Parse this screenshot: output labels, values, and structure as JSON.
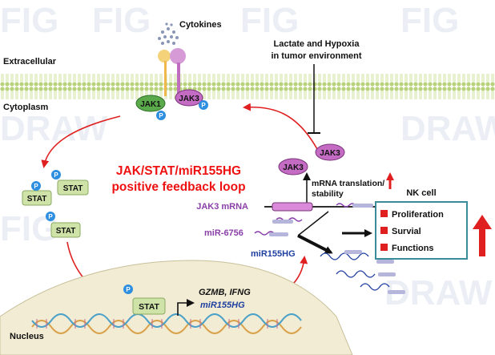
{
  "watermark": {
    "row1": "FIG",
    "row2": "DRAW"
  },
  "labels": {
    "extracellular": "Extracellular",
    "cytoplasm": "Cytoplasm",
    "nucleus": "Nucleus",
    "cytokines": "Cytokines",
    "lactate_line1": "Lactate and Hypoxia",
    "lactate_line2": "in tumor environment",
    "jak1": "JAK1",
    "jak3_receptor": "JAK3",
    "jak3_a": "JAK3",
    "jak3_b": "JAK3",
    "p": "P",
    "stat_1": "STAT",
    "stat_2": "STAT",
    "stat_3": "STAT",
    "stat_nucleus": "STAT",
    "loop_line1": "JAK/STAT/miR155HG",
    "loop_line2": "positive feedback loop",
    "mrna_line1": "mRNA translation/",
    "mrna_line2": "stability",
    "jak3_mrna": "JAK3 mRNA",
    "mir6756": "miR-6756",
    "mir155hg": "miR155HG",
    "gzmb_ifng": "GZMB, IFNG",
    "mir155hg_gene": "miR155HG",
    "nk_cell": "NK cell",
    "outcomes": [
      "Proliferation",
      "Survial",
      "Functions"
    ]
  },
  "colors": {
    "red": "#e02020",
    "loop_text": "#ee1111",
    "jak1": "#5aa94a",
    "jak3": "#c46bc4",
    "p_badge": "#2e8fe0",
    "stat": "#cfe3a8",
    "membrane": "#b8d27a",
    "nucleus": "#f2ecd4",
    "box_border": "#3a8c9a",
    "mir_blue": "#1f3fa0",
    "mir_purple": "#8a3fa8"
  }
}
